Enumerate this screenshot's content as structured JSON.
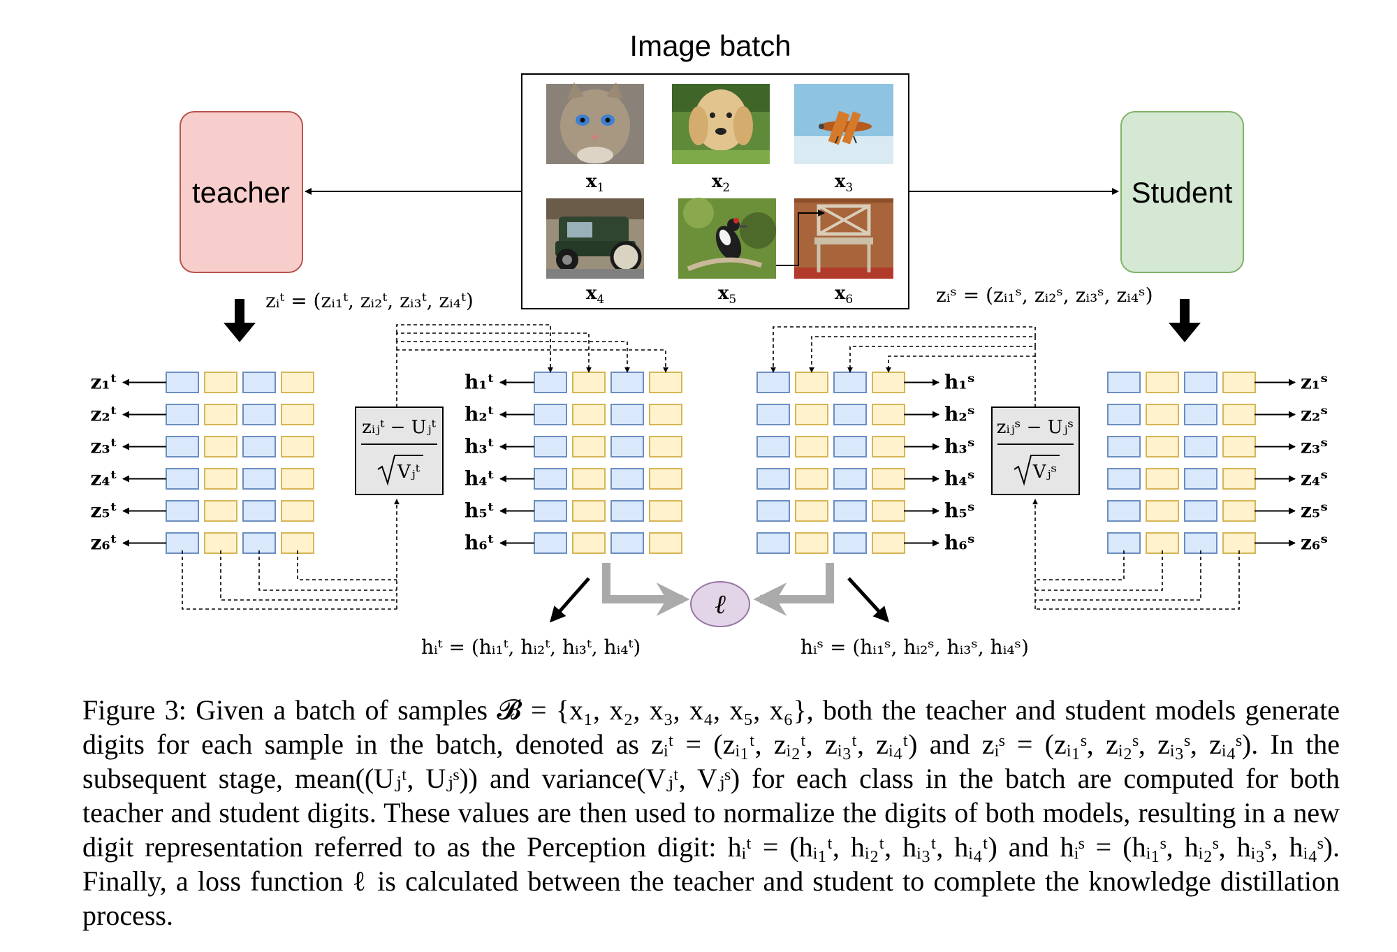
{
  "title": "Image batch",
  "teacher": {
    "label": "teacher",
    "fill": "#f8cecc",
    "stroke": "#b85450"
  },
  "student": {
    "label": "Student",
    "fill": "#d5e8d4",
    "stroke": "#82b366"
  },
  "images": [
    {
      "label": "x",
      "sub": "1",
      "subject": "cat"
    },
    {
      "label": "x",
      "sub": "2",
      "subject": "puppy"
    },
    {
      "label": "x",
      "sub": "3",
      "subject": "biplane"
    },
    {
      "label": "x",
      "sub": "4",
      "subject": "vintage car"
    },
    {
      "label": "x",
      "sub": "5",
      "subject": "woodpecker"
    },
    {
      "label": "x",
      "sub": "6",
      "subject": "chair"
    }
  ],
  "teacher_logits_def": "zᵢᵗ = (zᵢ₁ᵗ, zᵢ₂ᵗ, zᵢ₃ᵗ, zᵢ₄ᵗ)",
  "student_logits_def": "zᵢˢ = (zᵢ₁ˢ, zᵢ₂ˢ, zᵢ₃ˢ, zᵢ₄ˢ)",
  "teacher_norm": {
    "num": "zᵢⱼᵗ − Uⱼᵗ",
    "den": "Vⱼᵗ"
  },
  "student_norm": {
    "num": "zᵢⱼˢ − Uⱼˢ",
    "den": "Vⱼˢ"
  },
  "teacher_z_rows": [
    "z₁ᵗ",
    "z₂ᵗ",
    "z₃ᵗ",
    "z₄ᵗ",
    "z₅ᵗ",
    "z₆ᵗ"
  ],
  "teacher_h_rows": [
    "h₁ᵗ",
    "h₂ᵗ",
    "h₃ᵗ",
    "h₄ᵗ",
    "h₅ᵗ",
    "h₆ᵗ"
  ],
  "student_h_rows": [
    "h₁ˢ",
    "h₂ˢ",
    "h₃ˢ",
    "h₄ˢ",
    "h₅ˢ",
    "h₆ˢ"
  ],
  "student_z_rows": [
    "z₁ˢ",
    "z₂ˢ",
    "z₃ˢ",
    "z₄ˢ",
    "z₅ˢ",
    "z₆ˢ"
  ],
  "loss_label": "ℓ",
  "teacher_h_def": "hᵢᵗ = (hᵢ₁ᵗ, hᵢ₂ᵗ, hᵢ₃ᵗ, hᵢ₄ᵗ)",
  "student_h_def": "hᵢˢ = (hᵢ₁ˢ, hᵢ₂ˢ, hᵢ₃ˢ, hᵢ₄ˢ)",
  "colors": {
    "blue_fill": "#dae8fc",
    "blue_stroke": "#6c8ebf",
    "yellow_fill": "#fff2cc",
    "yellow_stroke": "#d6b656",
    "loss_fill": "#e1d5e7",
    "loss_stroke": "#9673a6",
    "norm_fill": "#e6e6e6",
    "gray_arrow": "#aaaaaa"
  },
  "caption": "Figure 3: Given a batch of samples 𝓑 = {x₁, x₂, x₃, x₄, x₅, x₆}, both the teacher and student models generate digits for each sample in the batch, denoted as zᵢᵗ = (zᵢ₁ᵗ, zᵢ₂ᵗ, zᵢ₃ᵗ, zᵢ₄ᵗ) and zᵢˢ = (zᵢ₁ˢ, zᵢ₂ˢ, zᵢ₃ˢ, zᵢ₄ˢ). In the subsequent stage, mean((Uⱼᵗ, Uⱼˢ)) and variance(Vⱼᵗ, Vⱼˢ) for each class in the batch are computed for both teacher and student digits. These values are then used to normalize the digits of both models, resulting in a new digit representation referred to as the Perception digit: hᵢᵗ = (hᵢ₁ᵗ, hᵢ₂ᵗ, hᵢ₃ᵗ, hᵢ₄ᵗ) and hᵢˢ = (hᵢ₁ˢ, hᵢ₂ˢ, hᵢ₃ˢ, hᵢ₄ˢ). Finally, a loss function ℓ is calculated between the teacher and student to complete the knowledge distillation process."
}
